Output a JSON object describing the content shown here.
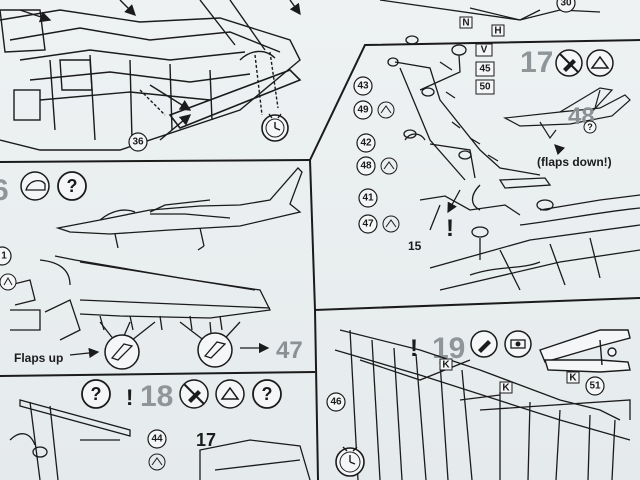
{
  "parts": {
    "p30": "30",
    "p36": "36",
    "p43": "43",
    "p49": "49",
    "p42": "42",
    "p48": "48",
    "p41": "41",
    "p47": "47",
    "p15": "15",
    "p48big": "48",
    "p47big": "47",
    "p44": "44",
    "p17big": "17",
    "p46": "46",
    "p51": "51"
  },
  "markers": {
    "v": "V",
    "k": "K",
    "n": "N",
    "h": "H",
    "box45": "45",
    "box50": "50"
  },
  "steps": {
    "s17": "17",
    "s18": "18",
    "s19": "19",
    "s16partial": "6",
    "s41partial": "1"
  },
  "captions": {
    "flaps_down": "(flaps down!)",
    "flaps_up": "Flaps up",
    "exclaim": "!",
    "question": "?"
  },
  "colors": {
    "ink": "#1b1b1b",
    "step_gray": "#8f969a",
    "paper": "#e9eef0"
  },
  "icons": [
    "question-icon",
    "clock-icon",
    "no-glue-icon",
    "decal-icon",
    "flaps-down-icon"
  ]
}
